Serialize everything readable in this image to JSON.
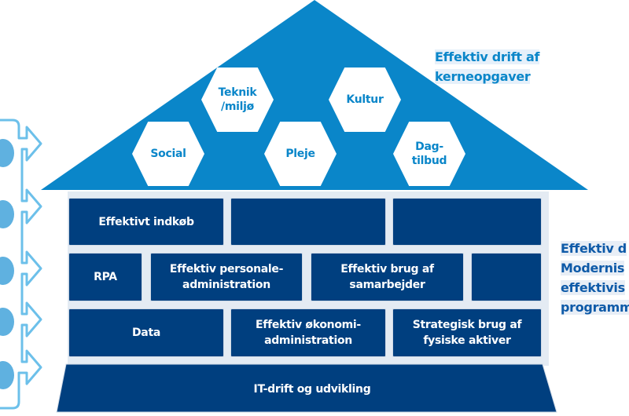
{
  "diagram": {
    "type": "house-framework",
    "colors": {
      "roof": "#0a86c9",
      "brick": "#003f7f",
      "hex_fill": "#ffffff",
      "hex_text": "#0a86c9",
      "side_label_top": "#0a86c9",
      "side_label_right": "#0e5aa8",
      "arrow_outline": "#6cc0ea",
      "circle_fill": "#5fb1e0"
    },
    "roof": {
      "label_line1": "Effektiv drift af",
      "label_line2": "kerneopgaver",
      "hexagons": [
        {
          "label": "Social"
        },
        {
          "label": "Teknik\n/miljø"
        },
        {
          "label": "Pleje"
        },
        {
          "label": "Kultur"
        },
        {
          "label": "Dag-\ntilbud"
        }
      ]
    },
    "wall": {
      "rows": [
        [
          "Effektivt indkøb",
          "",
          ""
        ],
        [
          "RPA",
          "Effektiv personale-\nadministration",
          "Effektiv brug af\nsamarbejder",
          ""
        ],
        [
          "Data",
          "Effektiv økonomi-\nadministration",
          "Strategisk brug af\nfysiske aktiver"
        ]
      ]
    },
    "foundation": {
      "label": "IT-drift og udvikling"
    },
    "right_label": {
      "lines": [
        "Effektiv d",
        "Modernis",
        "effektivis",
        "programm"
      ]
    },
    "left_inputs": {
      "count": 5
    }
  }
}
